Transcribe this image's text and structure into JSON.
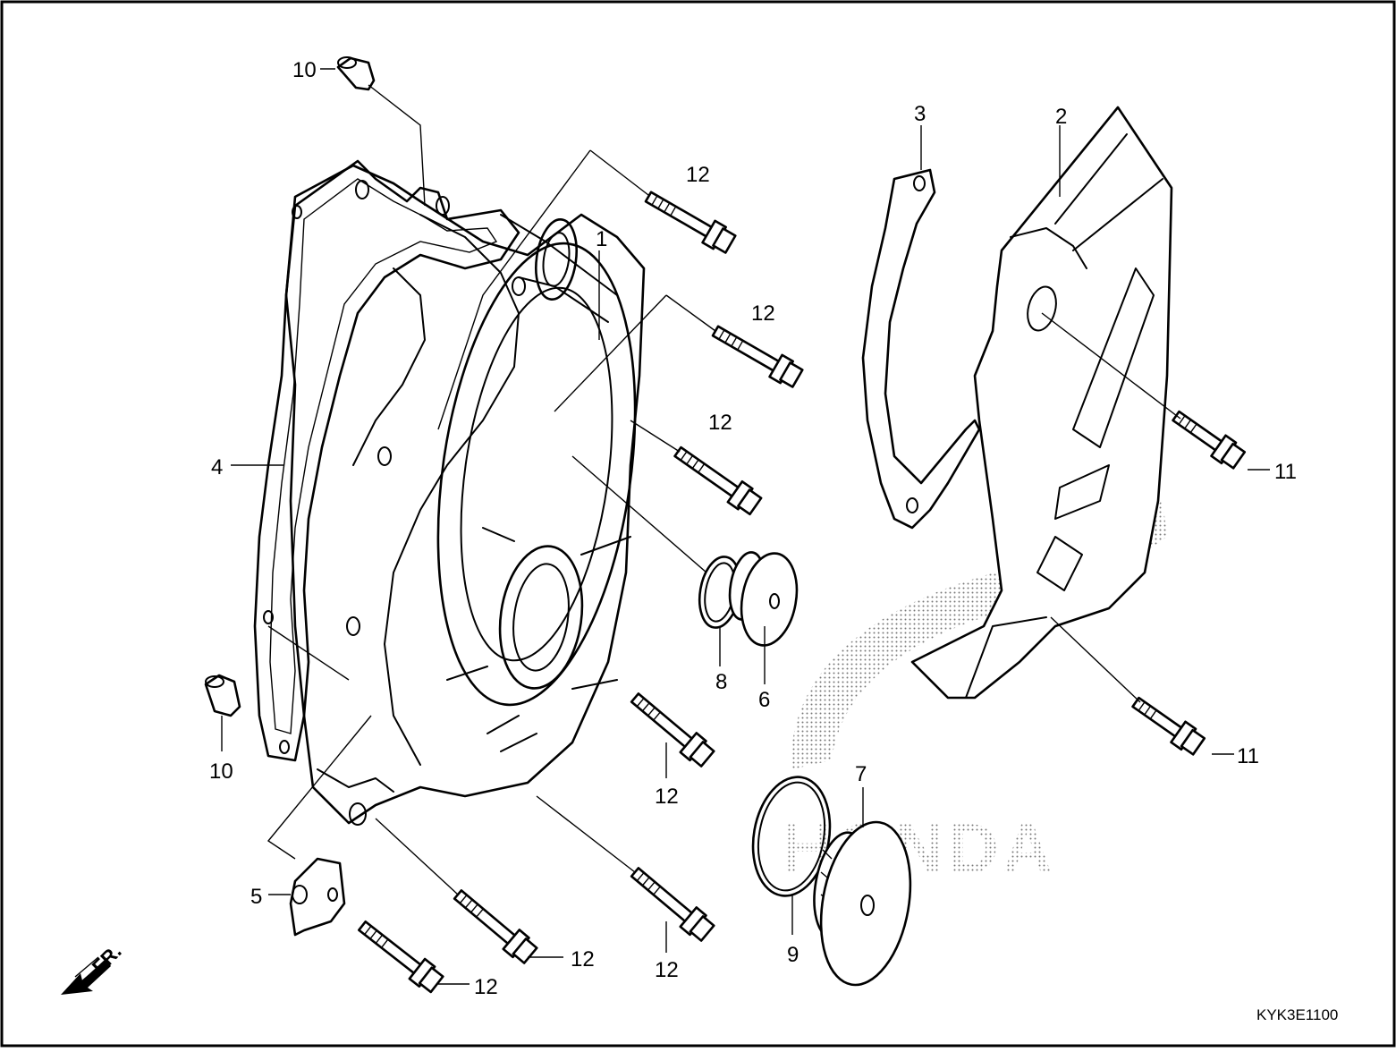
{
  "diagram": {
    "figure_code": "KYK3E1100",
    "direction_label": "FR.",
    "watermark_text": "HONDA",
    "callouts": {
      "c1": "1",
      "c2": "2",
      "c3": "3",
      "c4": "4",
      "c5": "5",
      "c6": "6",
      "c7": "7",
      "c8": "8",
      "c9": "9",
      "c10a": "10",
      "c10b": "10",
      "c11a": "11",
      "c11b": "11",
      "c12a": "12",
      "c12b": "12",
      "c12c": "12",
      "c12d": "12",
      "c12e": "12",
      "c12f": "12",
      "c12g": "12"
    }
  }
}
